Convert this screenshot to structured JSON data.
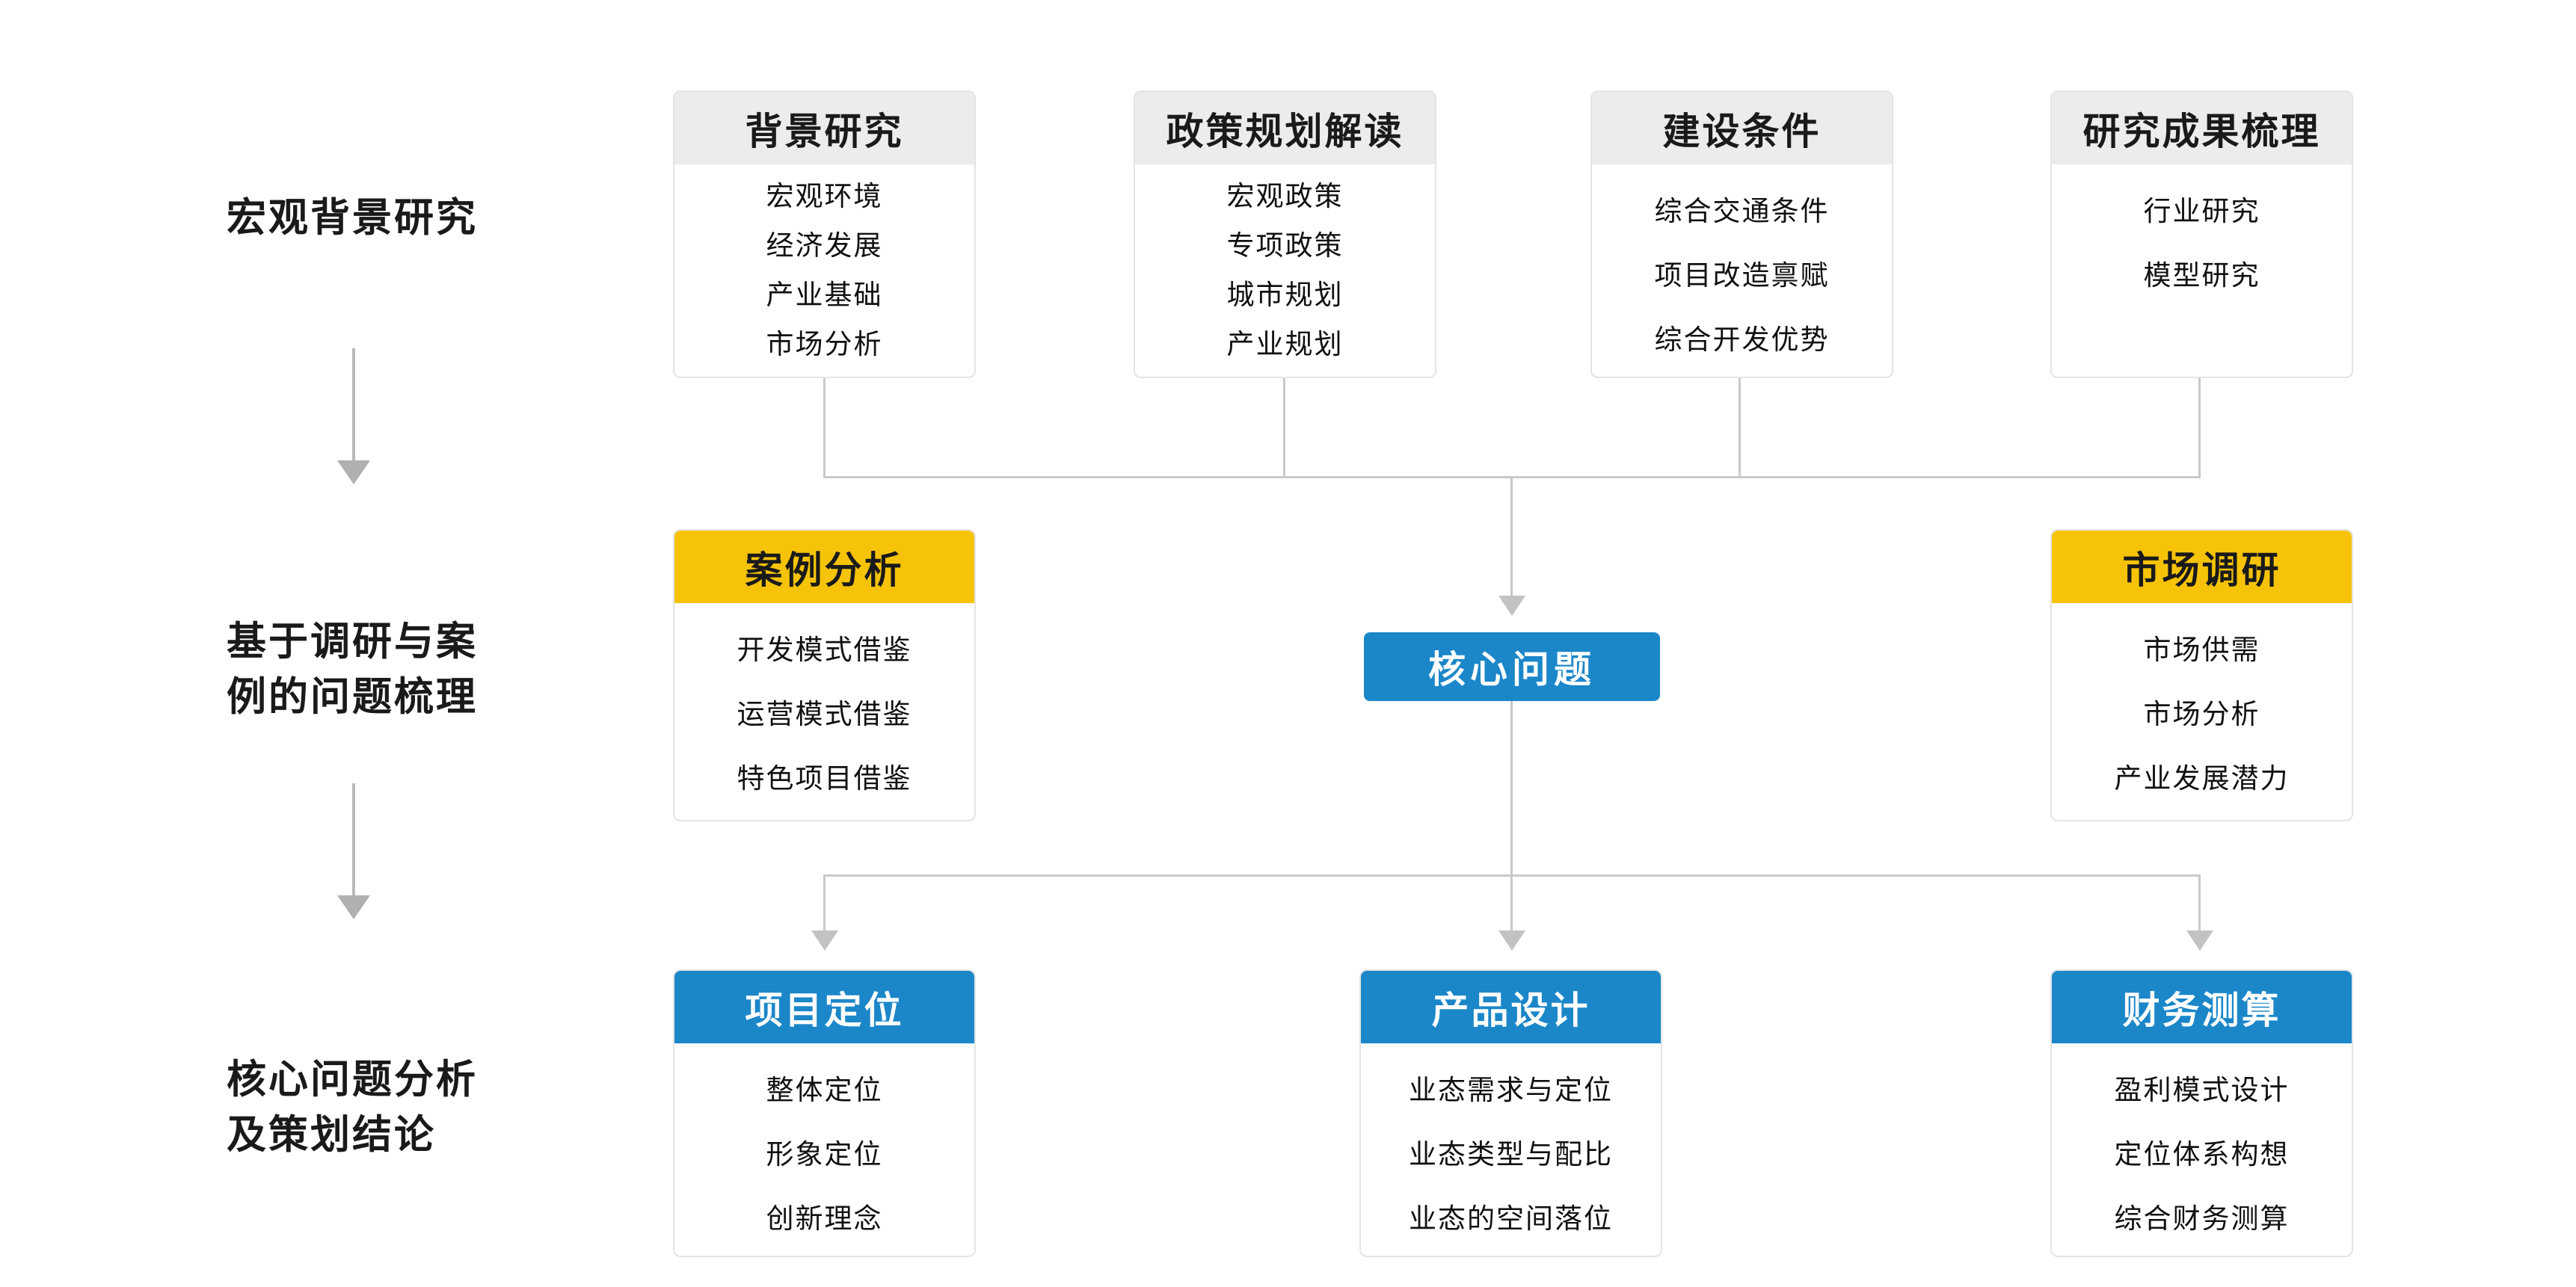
{
  "colors": {
    "accent_blue": "#1b87c9",
    "accent_yellow": "#f6c309",
    "header_gray": "#ececec",
    "connector_gray": "#c9c9c9",
    "stage_arrow_gray": "#b0b0b0",
    "text": "#111111",
    "background": "#ffffff"
  },
  "stages": [
    {
      "lines": [
        "宏观背景研究",
        ""
      ]
    },
    {
      "lines": [
        "基于调研与案",
        "例的问题梳理"
      ]
    },
    {
      "lines": [
        "核心问题分析",
        "及策划结论"
      ]
    }
  ],
  "row1_cards": [
    {
      "title": "背景研究",
      "items": [
        "宏观环境",
        "经济发展",
        "产业基础",
        "市场分析"
      ]
    },
    {
      "title": "政策规划解读",
      "items": [
        "宏观政策",
        "专项政策",
        "城市规划",
        "产业规划"
      ]
    },
    {
      "title": "建设条件",
      "items": [
        "综合交通条件",
        "项目改造禀赋",
        "综合开发优势"
      ]
    },
    {
      "title": "研究成果梳理",
      "items": [
        "行业研究",
        "模型研究"
      ]
    }
  ],
  "row2": {
    "case_card": {
      "title": "案例分析",
      "items": [
        "开发模式借鉴",
        "运营模式借鉴",
        "特色项目借鉴"
      ]
    },
    "core_box": {
      "label": "核心问题"
    },
    "market_card": {
      "title": "市场调研",
      "items": [
        "市场供需",
        "市场分析",
        "产业发展潜力"
      ]
    }
  },
  "row3_cards": [
    {
      "title": "项目定位",
      "items": [
        "整体定位",
        "形象定位",
        "创新理念"
      ]
    },
    {
      "title": "产品设计",
      "items": [
        "业态需求与定位",
        "业态类型与配比",
        "业态的空间落位"
      ]
    },
    {
      "title": "财务测算",
      "items": [
        "盈利模式设计",
        "定位体系构想",
        "综合财务测算"
      ]
    }
  ]
}
